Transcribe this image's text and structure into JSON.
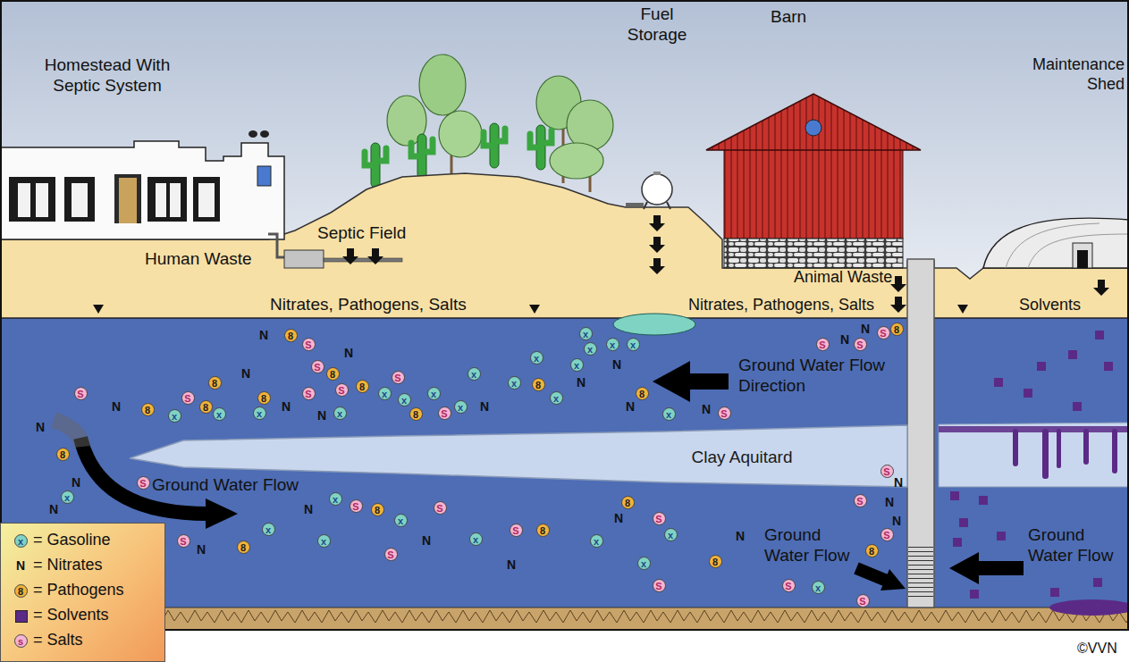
{
  "diagram": {
    "nodes": [
      {
        "text": [
          "Clay Aquitard"
        ]
      }
    ],
    "labels": [
      "Homestead With Septic System",
      "Septic Field",
      "Human Waste",
      "Nitrates, Pathogens, Salts",
      "Fuel Storage",
      "Barn",
      "Maintenance Shed",
      "Animal Waste",
      "Nitrates, Pathogens, Salts",
      "Solvents",
      "Ground Water Flow Direction",
      "Ground Water Flow",
      "Ground Water Flow",
      "Ground Water Flow",
      "©VVN",
      "x",
      "N",
      "8",
      "s",
      "S",
      "N",
      "8",
      "x",
      "S",
      "8",
      "x",
      "8",
      "N",
      "8",
      "x",
      "N",
      "S",
      "N",
      "x",
      "S",
      "S",
      "N",
      "8",
      "N",
      "8",
      "S",
      "8",
      "x",
      "S",
      "x",
      "8",
      "x",
      "S",
      "x",
      "N",
      "x",
      "x",
      "x",
      "8",
      "x",
      "x",
      "N",
      "x",
      "x",
      "x",
      "x",
      "N",
      "8",
      "N",
      "x",
      "N",
      "S",
      "S",
      "N",
      "S",
      "N",
      "S",
      "8",
      "N",
      "8",
      "N",
      "N",
      "x",
      "S",
      "N",
      "x",
      "S",
      "8",
      "x",
      "S",
      "S",
      "N",
      "8",
      "x",
      "x",
      "S",
      "N",
      "x",
      "S",
      "8",
      "x",
      "N",
      "8",
      "S",
      "x",
      "N",
      "x",
      "S",
      "8",
      "S",
      "x",
      "8",
      "S",
      "S",
      "S",
      "N",
      "N",
      "S",
      "N",
      "N"
    ],
    "legend": [
      {
        "text": "= Gasoline"
      },
      {
        "text": "= Nitrates"
      },
      {
        "text": "= Pathogens"
      },
      {
        "text": "= Solvents",
        "color": "#5b2a86"
      },
      {
        "text": "= Salts"
      }
    ]
  }
}
